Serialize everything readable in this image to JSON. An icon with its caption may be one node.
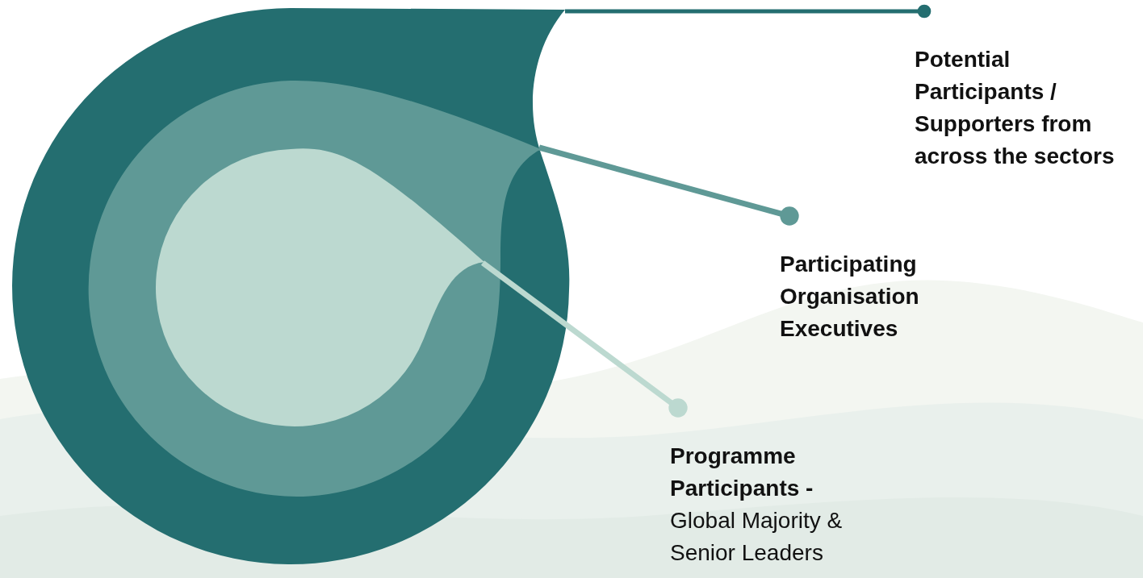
{
  "diagram": {
    "nodes": [
      {
        "text": [],
        "shape": "circle"
      },
      {
        "text": [],
        "shape": "circle",
        "in": 0
      },
      {
        "text": [],
        "shape": "circle",
        "in": 1
      },
      {
        "text": [
          "Potential Participants / Supporters from across the sectors"
        ]
      },
      {
        "text": [
          "Participating Organisation Executives"
        ]
      },
      {
        "text": [
          "Programme Participants -",
          "Global Majority & Senior Leaders"
        ]
      }
    ],
    "edges": [
      {
        "from": 3,
        "to": 0,
        "arrow": "other",
        "color": "#246e70"
      },
      {
        "from": 4,
        "to": 1,
        "arrow": "other",
        "color": "#5f9996"
      },
      {
        "from": 5,
        "to": 2,
        "arrow": "other",
        "color": "#bcd9d0"
      }
    ]
  }
}
